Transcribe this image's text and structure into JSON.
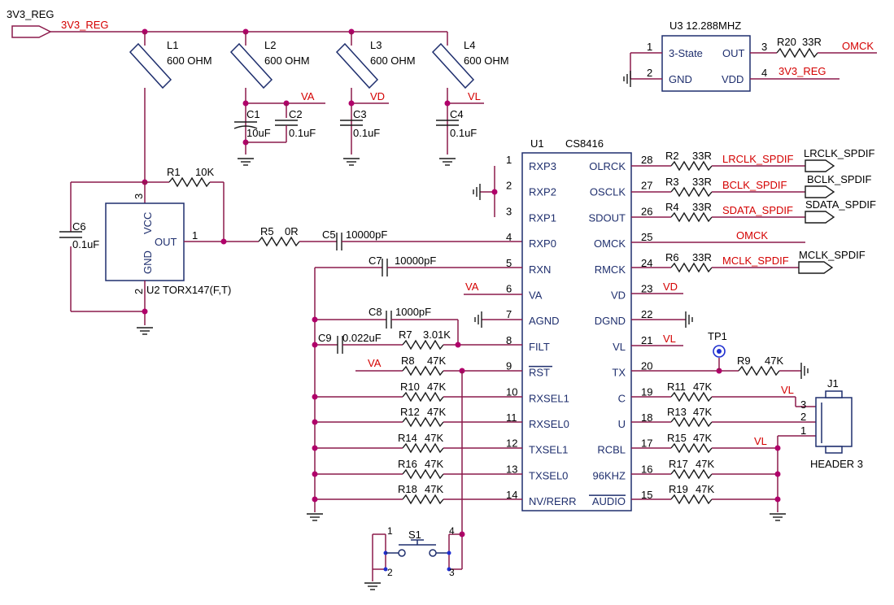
{
  "net": {
    "reg_port": "3V3_REG",
    "reg_wire": "3V3_REG",
    "va": "VA",
    "vd": "VD",
    "vl": "VL",
    "omck": "OMCK"
  },
  "inductors": [
    {
      "ref": "L1",
      "value": "600 OHM"
    },
    {
      "ref": "L2",
      "value": "600 OHM"
    },
    {
      "ref": "L3",
      "value": "600 OHM"
    },
    {
      "ref": "L4",
      "value": "600 OHM"
    }
  ],
  "caps": {
    "c1": {
      "ref": "C1",
      "value": "10uF"
    },
    "c2": {
      "ref": "C2",
      "value": "0.1uF"
    },
    "c3": {
      "ref": "C3",
      "value": "0.1uF"
    },
    "c4": {
      "ref": "C4",
      "value": "0.1uF"
    },
    "c5": {
      "ref": "C5",
      "value": "10000pF"
    },
    "c6": {
      "ref": "C6",
      "value": "0.1uF"
    },
    "c7": {
      "ref": "C7",
      "value": "10000pF"
    },
    "c8": {
      "ref": "C8",
      "value": "1000pF"
    },
    "c9": {
      "ref": "C9",
      "value": "0.022uF"
    }
  },
  "resistors": {
    "r1": {
      "ref": "R1",
      "value": "10K"
    },
    "r5": {
      "ref": "R5",
      "value": "0R"
    },
    "r7": {
      "ref": "R7",
      "value": "3.01K"
    },
    "r8": {
      "ref": "R8",
      "value": "47K"
    },
    "r9": {
      "ref": "R9",
      "value": "47K"
    },
    "r10": {
      "ref": "R10",
      "value": "47K"
    },
    "r12": {
      "ref": "R12",
      "value": "47K"
    },
    "r14": {
      "ref": "R14",
      "value": "47K"
    },
    "r16": {
      "ref": "R16",
      "value": "47K"
    },
    "r18": {
      "ref": "R18",
      "value": "47K"
    },
    "r20": {
      "ref": "R20",
      "value": "33R"
    },
    "r2": {
      "ref": "R2",
      "value": "33R"
    },
    "r3": {
      "ref": "R3",
      "value": "33R"
    },
    "r4": {
      "ref": "R4",
      "value": "33R"
    },
    "r6": {
      "ref": "R6",
      "value": "33R"
    },
    "r11": {
      "ref": "R11",
      "value": "47K"
    },
    "r13": {
      "ref": "R13",
      "value": "47K"
    },
    "r15": {
      "ref": "R15",
      "value": "47K"
    },
    "r17": {
      "ref": "R17",
      "value": "47K"
    },
    "r19": {
      "ref": "R19",
      "value": "47K"
    }
  },
  "u2": {
    "label": "U2 TORX147(F,T)",
    "vcc": "VCC",
    "gnd": "GND",
    "out": "OUT",
    "pin1": "1",
    "pin2": "2",
    "pin3": "3"
  },
  "u3": {
    "label": "U3 12.288MHZ",
    "p1name": "3-State",
    "p2name": "GND",
    "p3name": "OUT",
    "p4name": "VDD",
    "p1": "1",
    "p2": "2",
    "p3": "3",
    "p4": "4",
    "out_net": "OMCK",
    "vdd_net": "3V3_REG"
  },
  "u1": {
    "ref": "U1",
    "part": "CS8416",
    "left_pins": [
      {
        "num": "1",
        "name": "RXP3"
      },
      {
        "num": "2",
        "name": "RXP2"
      },
      {
        "num": "3",
        "name": "RXP1"
      },
      {
        "num": "4",
        "name": "RXP0"
      },
      {
        "num": "5",
        "name": "RXN"
      },
      {
        "num": "6",
        "name": "VA"
      },
      {
        "num": "7",
        "name": "AGND"
      },
      {
        "num": "8",
        "name": "FILT"
      },
      {
        "num": "9",
        "name": "RST"
      },
      {
        "num": "10",
        "name": "RXSEL1"
      },
      {
        "num": "11",
        "name": "RXSEL0"
      },
      {
        "num": "12",
        "name": "TXSEL1"
      },
      {
        "num": "13",
        "name": "TXSEL0"
      },
      {
        "num": "14",
        "name": "NV/RERR"
      }
    ],
    "right_pins": [
      {
        "num": "28",
        "name": "OLRCK"
      },
      {
        "num": "27",
        "name": "OSCLK"
      },
      {
        "num": "26",
        "name": "SDOUT"
      },
      {
        "num": "25",
        "name": "OMCK"
      },
      {
        "num": "24",
        "name": "RMCK"
      },
      {
        "num": "23",
        "name": "VD"
      },
      {
        "num": "22",
        "name": "DGND"
      },
      {
        "num": "21",
        "name": "VL"
      },
      {
        "num": "20",
        "name": "TX"
      },
      {
        "num": "19",
        "name": "C"
      },
      {
        "num": "18",
        "name": "U"
      },
      {
        "num": "17",
        "name": "RCBL"
      },
      {
        "num": "16",
        "name": "96KHZ"
      },
      {
        "num": "15",
        "name": "AUDIO"
      }
    ]
  },
  "outputs": {
    "lrclk_net": "LRCLK_SPDIF",
    "bclk_net": "BCLK_SPDIF",
    "sdata_net": "SDATA_SPDIF",
    "mclk_net": "MCLK_SPDIF",
    "lrclk_port": "LRCLK_SPDIF",
    "bclk_port": "BCLK_SPDIF",
    "sdata_port": "SDATA_SPDIF",
    "mclk_port": "MCLK_SPDIF",
    "omck_net": "OMCK"
  },
  "tp1": "TP1",
  "j1": {
    "ref": "J1",
    "label": "HEADER 3",
    "p1": "1",
    "p2": "2",
    "p3": "3"
  },
  "s1": {
    "ref": "S1",
    "p1": "1",
    "p2": "2",
    "p3": "3",
    "p4": "4"
  },
  "colors": {
    "wire": "#8c1a4b",
    "net_label": "#d40000",
    "component": "#1f2f6e",
    "junction": "#b0006a"
  }
}
